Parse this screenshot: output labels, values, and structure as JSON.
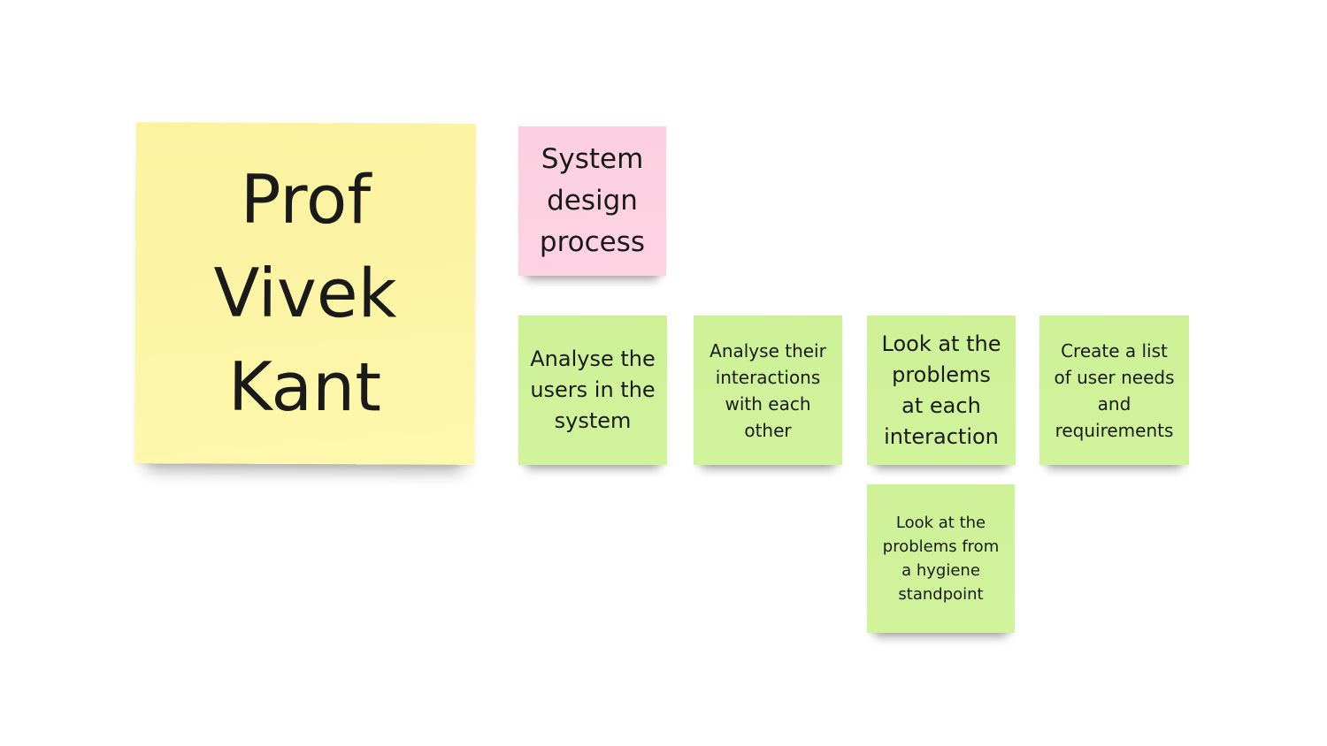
{
  "board": {
    "notes": [
      {
        "id": "author",
        "color": "#fdf5a6",
        "text": "Prof\nVivek\nKant"
      },
      {
        "id": "title",
        "color": "#fdd3e2",
        "text": "System\ndesign\nprocess"
      },
      {
        "id": "analyse_users",
        "color": "#cff29a",
        "text": "Analyse the\nusers in the\nsystem"
      },
      {
        "id": "analyse_interactions",
        "color": "#cff29a",
        "text": "Analyse their\ninteractions\nwith each\nother"
      },
      {
        "id": "look_problems",
        "color": "#cff29a",
        "text": "Look at the\nproblems\nat each\ninteraction"
      },
      {
        "id": "user_needs",
        "color": "#cff29a",
        "text": "Create a list\nof user needs\nand\nrequirements"
      },
      {
        "id": "hygiene",
        "color": "#cff29a",
        "text": "Look at the\nproblems from\na hygiene\nstandpoint"
      }
    ]
  }
}
